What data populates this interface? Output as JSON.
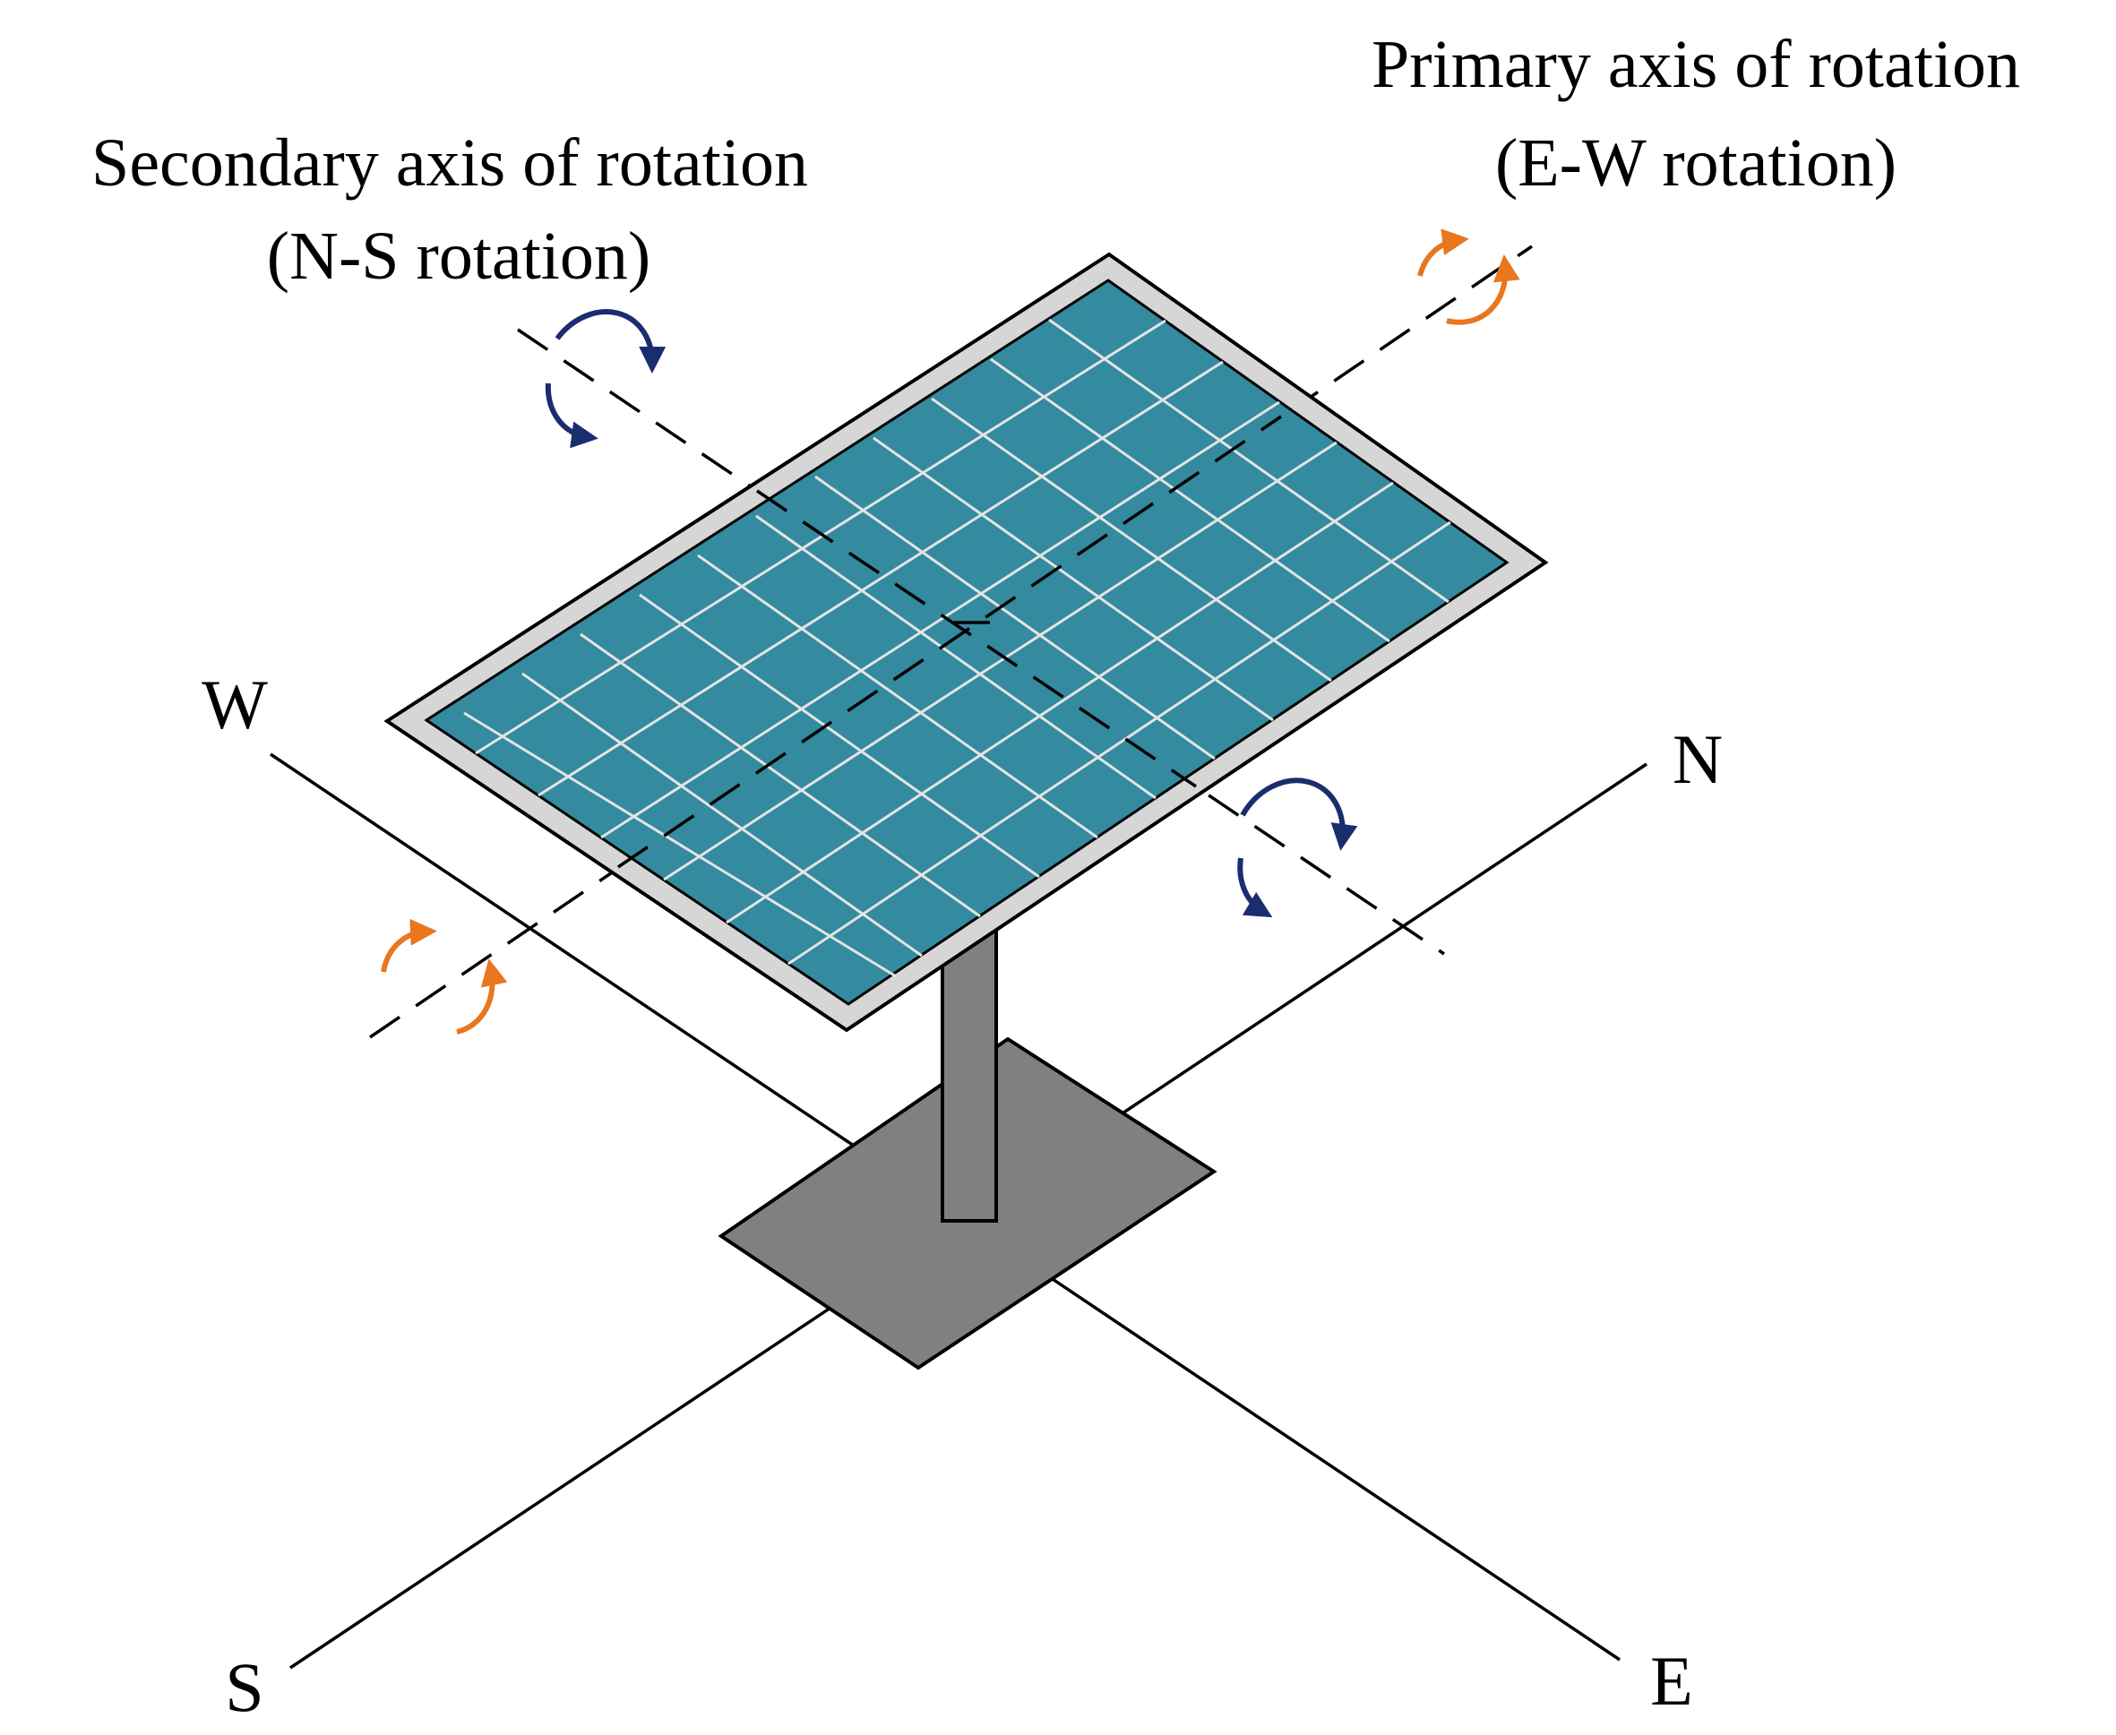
{
  "labels": {
    "secondary_axis_line1": "Secondary axis of rotation",
    "secondary_axis_line2": "(N-S rotation)",
    "primary_axis_line1": "Primary axis of rotation",
    "primary_axis_line2": "(E-W rotation)"
  },
  "compass": {
    "north": "N",
    "south": "S",
    "east": "E",
    "west": "W"
  },
  "colors": {
    "panel_cells": "#348a9e",
    "panel_frame": "#d6d6d6",
    "cell_grid": "#e4e4e4",
    "post": "#808080",
    "base": "#808080",
    "primary_rotation_arrows": "#e8771f",
    "secondary_rotation_arrows": "#1a2d6e",
    "lines": "#000000"
  }
}
